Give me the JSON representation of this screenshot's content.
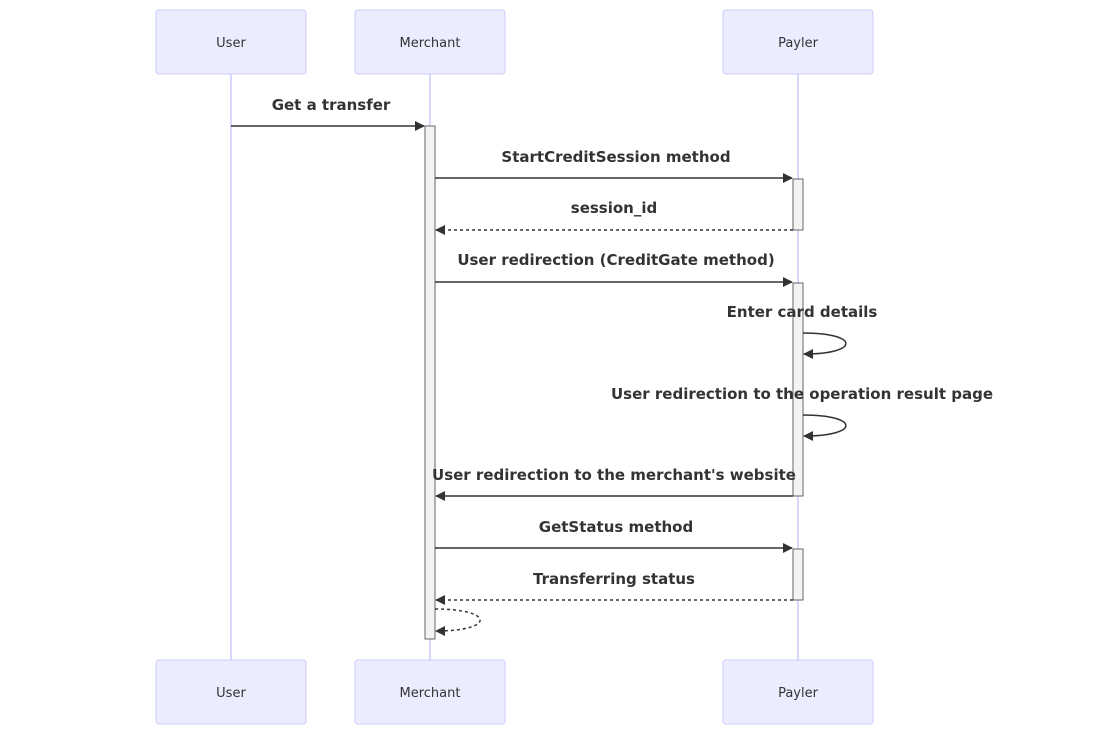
{
  "participants": [
    {
      "id": "user",
      "label": "User"
    },
    {
      "id": "merchant",
      "label": "Merchant"
    },
    {
      "id": "payler",
      "label": "Payler"
    }
  ],
  "messages": [
    {
      "id": "m1",
      "from": "user",
      "to": "merchant",
      "label": "Get a transfer",
      "style": "solid"
    },
    {
      "id": "m2",
      "from": "merchant",
      "to": "payler",
      "label": "StartCreditSession method",
      "style": "solid"
    },
    {
      "id": "m3",
      "from": "payler",
      "to": "merchant",
      "label": "session_id",
      "style": "dashed"
    },
    {
      "id": "m4",
      "from": "merchant",
      "to": "payler",
      "label": "User redirection (CreditGate method)",
      "style": "solid"
    },
    {
      "id": "m5",
      "from": "payler",
      "to": "payler",
      "label": "Enter card details",
      "style": "solid"
    },
    {
      "id": "m6",
      "from": "payler",
      "to": "payler",
      "label": "User redirection to the operation result page",
      "style": "solid"
    },
    {
      "id": "m7",
      "from": "payler",
      "to": "merchant",
      "label": "User redirection to the merchant's website",
      "style": "solid"
    },
    {
      "id": "m8",
      "from": "merchant",
      "to": "payler",
      "label": "GetStatus method",
      "style": "solid"
    },
    {
      "id": "m9",
      "from": "payler",
      "to": "merchant",
      "label": "Transferring status",
      "style": "dashed"
    },
    {
      "id": "m10",
      "from": "merchant",
      "to": "merchant",
      "label": "",
      "style": "dashed"
    }
  ],
  "colors": {
    "actor_fill": "#ECECFF",
    "actor_stroke": "#CCCCFF",
    "lifeline": "#CCCCFF",
    "activation_fill": "#F4F4F4",
    "line": "#333333"
  }
}
